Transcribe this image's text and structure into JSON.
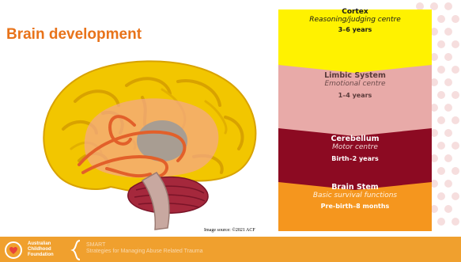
{
  "slide": {
    "title": "Brain development",
    "image_credit": "Image source: ©2021 ACF"
  },
  "levels": [
    {
      "name": "Cortex",
      "function": "Reasoning/judging centre",
      "age": "3–6 years",
      "color": "#fff200"
    },
    {
      "name": "Limbic System",
      "function": "Emotional centre",
      "age": "1–4 years",
      "color": "#e8aaa8"
    },
    {
      "name": "Cerebellum",
      "function": "Motor centre",
      "age": "Birth–2 years",
      "color": "#8c0a22"
    },
    {
      "name": "Brain Stem",
      "function": "Basic survival functions",
      "age": "Pre-birth–8 months",
      "color": "#f5961e"
    }
  ],
  "footer": {
    "org_line1": "Australian",
    "org_line2": "Childhood",
    "org_line3": "Foundation",
    "program": "SMART",
    "program_full": "Strategies for Managing Abuse Related Trauma",
    "bar_color": "#f0a02e"
  },
  "colors": {
    "title": "#e8731a",
    "cortex": "#f2c600",
    "cerebellum": "#a5283c",
    "limbic": "#e87a3c"
  }
}
